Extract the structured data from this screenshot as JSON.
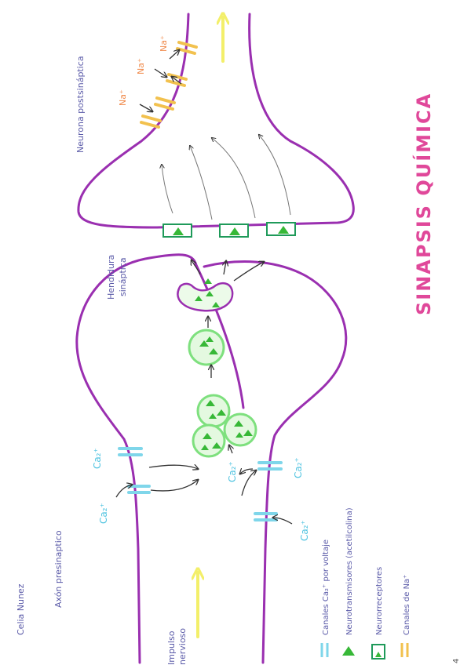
{
  "title": "SINAPSIS QUÍMICA",
  "author": "Celia Nunez",
  "labels": {
    "presynaptic_axon": "Axón presinaptico",
    "postsynaptic_neuron": "Neurona postsináptica",
    "synaptic_cleft_line1": "Hendidura",
    "synaptic_cleft_line2": "sináptica",
    "nerve_impulse_line1": "Impulso",
    "nerve_impulse_line2": "nervioso"
  },
  "ions": {
    "calcium": "Ca₂⁺",
    "sodium": "Na⁺"
  },
  "legend": [
    {
      "key": "ca_channels",
      "text": "Canales Ca₂⁺ por voltaje",
      "color": "#7fd6ea"
    },
    {
      "key": "neurotransmitters",
      "text": "Neurotransmisores (acetilcolina)",
      "color": "#2fb52f"
    },
    {
      "key": "neuroreceptors",
      "text": "Neurorreceptores",
      "color": "#1f9a5a"
    },
    {
      "key": "na_channels",
      "text": "Canales de Na⁺",
      "color": "#f2c14e"
    }
  ],
  "page_number": "4",
  "colors": {
    "membrane": "#9a2fb0",
    "ca_text": "#4fc3e0",
    "na_text": "#f08a4b",
    "label_text": "#5a5aa8",
    "title": "#e0489a",
    "arrow": "#333333",
    "impulse_arrow": "#f3ef6a",
    "vesicle": "#7ee07e",
    "nt_triangle": "#37b837"
  }
}
